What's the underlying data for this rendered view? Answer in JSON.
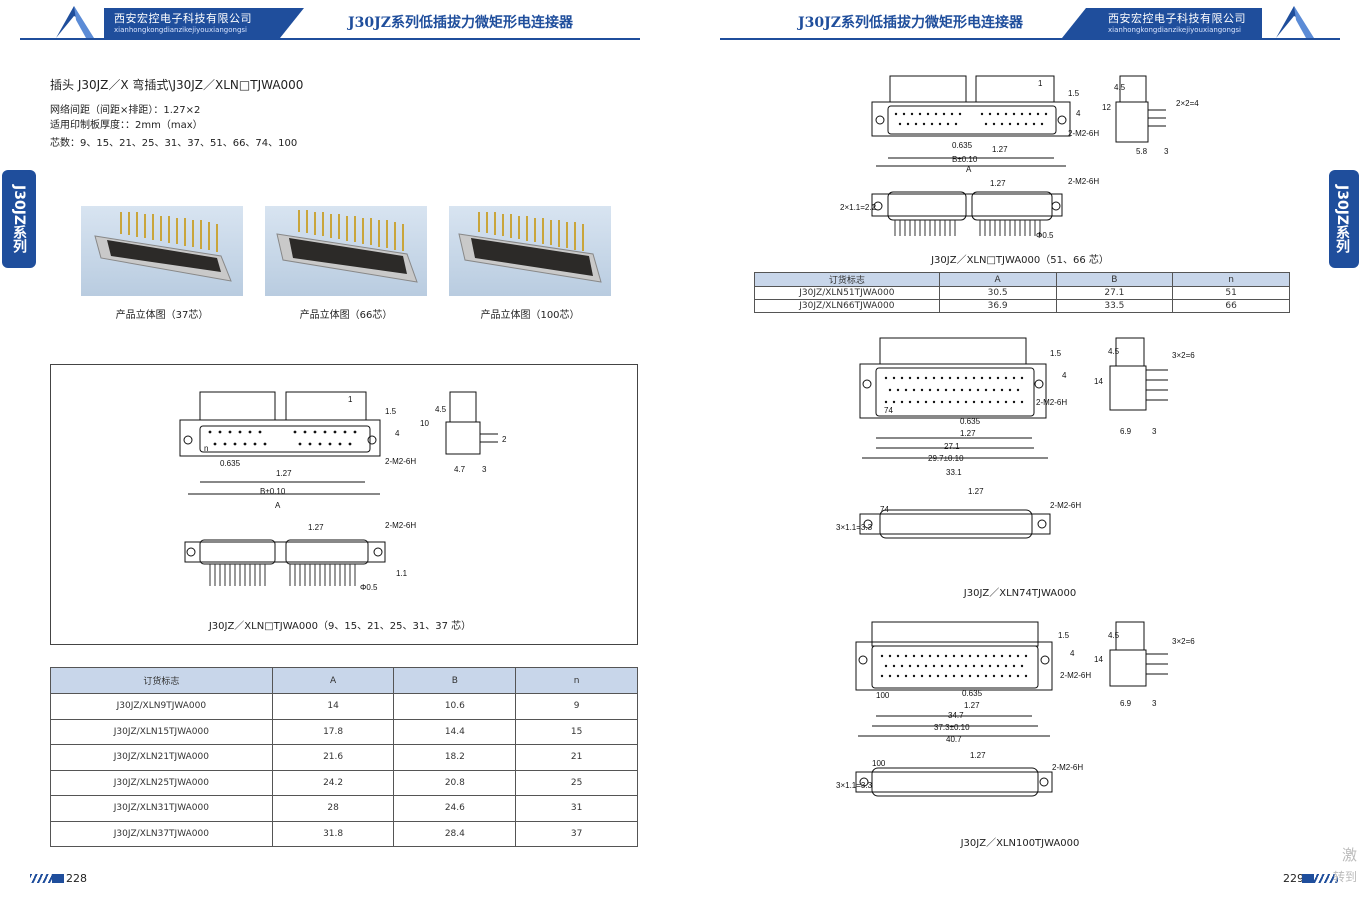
{
  "left_page": {
    "company_cn": "西安宏控电子科技有限公司",
    "company_py": "xianhongkongdianzikejiyouxiangongsi",
    "series_title": "J30JZ系列低插拔力微矩形电连接器",
    "side_tab": "J30JZ系列",
    "heading": "插头 J30JZ／X 弯插式\\J30JZ／XLN□TJWA000",
    "spec_lines": [
      "网络间距（间距×排距）：1.27×2",
      "适用印制板厚度：：2mm（max）",
      "芯数：9、15、21、25、31、37、51、66、74、100"
    ],
    "photos": [
      {
        "caption": "产品立体图（37芯）"
      },
      {
        "caption": "产品立体图（66芯）"
      },
      {
        "caption": "产品立体图（100芯）"
      }
    ],
    "drawing": {
      "labels": {
        "one": "1",
        "n": "n",
        "d0635": "0.635",
        "d127": "1.27",
        "d127b": "1.27",
        "b": "B±0.10",
        "a": "A",
        "m2a": "2-M2-6H",
        "m2b": "2-M2-6H",
        "d15": "1.5",
        "d4": "4",
        "d45": "4.5",
        "d10": "10",
        "d2": "2",
        "d47": "4.7",
        "d3": "3",
        "d11": "1.1",
        "phi": "Φ0.5"
      },
      "caption": "J30JZ／XLN□TJWA000（9、15、21、25、31、37 芯）"
    },
    "table": {
      "headers": [
        "订货标志",
        "A",
        "B",
        "n"
      ],
      "rows": [
        [
          "J30JZ/XLN9TJWA000",
          "14",
          "10.6",
          "9"
        ],
        [
          "J30JZ/XLN15TJWA000",
          "17.8",
          "14.4",
          "15"
        ],
        [
          "J30JZ/XLN21TJWA000",
          "21.6",
          "18.2",
          "21"
        ],
        [
          "J30JZ/XLN25TJWA000",
          "24.2",
          "20.8",
          "25"
        ],
        [
          "J30JZ/XLN31TJWA000",
          "28",
          "24.6",
          "31"
        ],
        [
          "J30JZ/XLN37TJWA000",
          "31.8",
          "28.4",
          "37"
        ]
      ]
    },
    "page_number": "228"
  },
  "right_page": {
    "series_title": "J30JZ系列低插拔力微矩形电连接器",
    "company_cn": "西安宏控电子科技有限公司",
    "company_py": "xianhongkongdianzikejiyouxiangongsi",
    "side_tab": "J30JZ系列",
    "drawing1": {
      "labels": {
        "one": "1",
        "d15": "1.5",
        "d4": "4",
        "m2a": "2-M2-6H",
        "d0635": "0.635",
        "d127": "1.27",
        "b": "B±0.10",
        "a": "A",
        "d45": "4.5",
        "d12": "12",
        "d2x2": "2×2=4",
        "d58": "5.8",
        "d3": "3",
        "d127b": "1.27",
        "m2b": "2-M2-6H",
        "d22": "2×1.1=2.2",
        "phi": "Φ0.5"
      },
      "caption": "J30JZ／XLN□TJWA000（51、66 芯）"
    },
    "table": {
      "headers": [
        "订货标志",
        "A",
        "B",
        "n"
      ],
      "rows": [
        [
          "J30JZ/XLN51TJWA000",
          "30.5",
          "27.1",
          "51"
        ],
        [
          "J30JZ/XLN66TJWA000",
          "36.9",
          "33.5",
          "66"
        ]
      ]
    },
    "drawing2": {
      "labels": {
        "d74": "74",
        "d15": "1.5",
        "d4": "4",
        "m2a": "2-M2-6H",
        "d0635": "0.635",
        "d127": "1.27",
        "d271": "27.1",
        "d297": "29.7±0.10",
        "d331": "33.1",
        "d45": "4.5",
        "d14": "14",
        "d3x2": "3×2=6",
        "d69": "6.9",
        "d3": "3",
        "d127b": "1.27",
        "m2b": "2-M2-6H",
        "d74b": "74",
        "d33": "3×1.1=3.3"
      },
      "caption": "J30JZ／XLN74TJWA000"
    },
    "drawing3": {
      "labels": {
        "d100": "100",
        "d15": "1.5",
        "d4": "4",
        "m2a": "2-M2-6H",
        "d0635": "0.635",
        "d127": "1.27",
        "d347": "34.7",
        "d373": "37.3±0.10",
        "d407": "40.7",
        "d45": "4.5",
        "d14": "14",
        "d3x2": "3×2=6",
        "d69": "6.9",
        "d3": "3",
        "d127b": "1.27",
        "m2b": "2-M2-6H",
        "d100b": "100",
        "d33": "3×1.1=3.3"
      },
      "caption": "J30JZ／XLN100TJWA000"
    },
    "page_number": "229",
    "watermark": [
      "激",
      "转到"
    ]
  },
  "colors": {
    "brand": "#1f4e9c",
    "table_header": "#c8d6ea"
  }
}
